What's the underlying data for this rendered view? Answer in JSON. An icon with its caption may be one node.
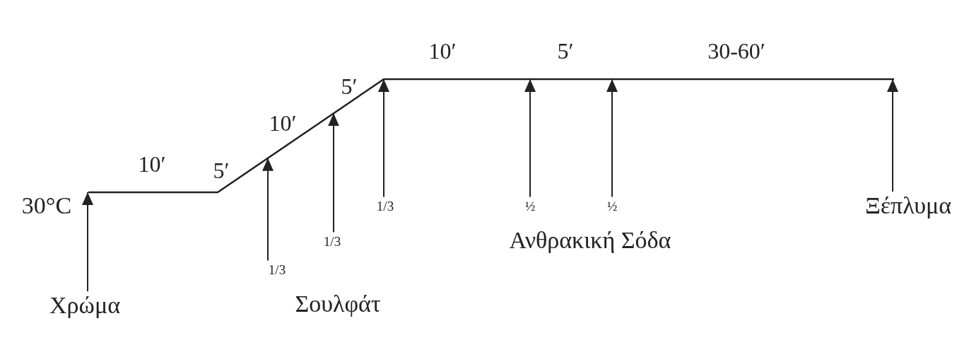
{
  "diagram": {
    "nodes": [
      {
        "text": [
          "Χρώμα"
        ]
      },
      {
        "text": [
          "1/3"
        ]
      },
      {
        "text": [
          "1/3"
        ]
      },
      {
        "text": [
          "1/3"
        ]
      },
      {
        "text": [
          "½"
        ]
      },
      {
        "text": [
          "½"
        ]
      },
      {
        "text": [
          "Ξέπλυμα"
        ]
      }
    ],
    "edges": [
      {
        "from": 0,
        "to": null,
        "arrow": "to"
      },
      {
        "from": 1,
        "to": null,
        "arrow": "to"
      },
      {
        "from": 2,
        "to": null,
        "arrow": "to"
      },
      {
        "from": 3,
        "to": null,
        "arrow": "to"
      },
      {
        "from": 4,
        "to": null,
        "arrow": "to"
      },
      {
        "from": 5,
        "to": null,
        "arrow": "to"
      },
      {
        "from": 6,
        "to": null,
        "arrow": "to"
      }
    ],
    "labels": [
      "10′",
      "5′",
      "30-60′",
      "5′",
      "10′",
      "10′",
      "5′",
      "30°C",
      "Ανθρακική Σόδα",
      "Σουλφάτ"
    ]
  }
}
